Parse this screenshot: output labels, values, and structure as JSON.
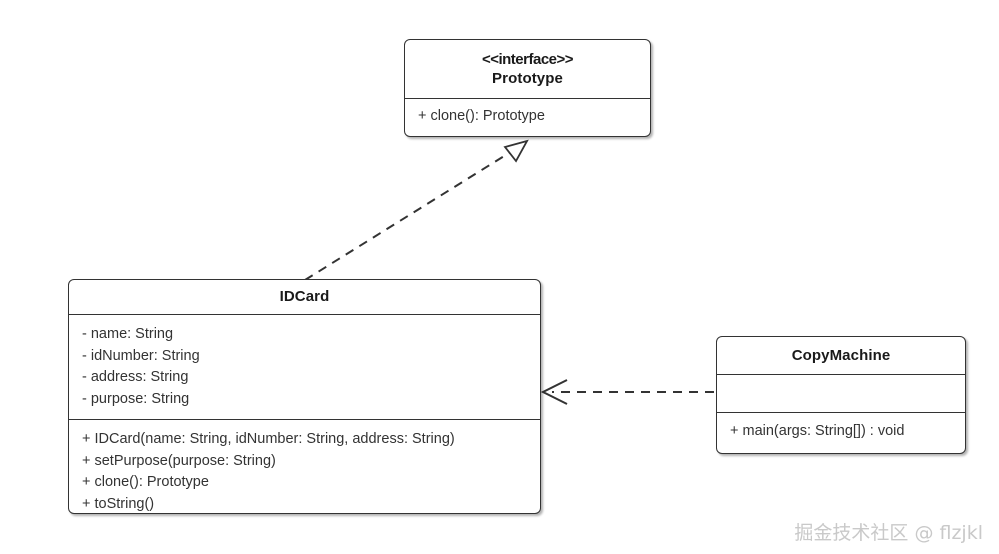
{
  "diagram": {
    "type": "uml-class-diagram",
    "background_color": "#ffffff",
    "line_color": "#333333",
    "text_color": "#333333"
  },
  "classes": {
    "prototype": {
      "stereotype": "<<interface>>",
      "name": "Prototype",
      "attributes": [],
      "methods": [
        "+ clone(): Prototype"
      ]
    },
    "idcard": {
      "name": "IDCard",
      "attributes": [
        "- name: String",
        "- idNumber: String",
        "- address: String",
        "- purpose: String"
      ],
      "methods": [
        "+ IDCard(name: String, idNumber: String, address: String)",
        "+ setPurpose(purpose: String)",
        "+ clone(): Prototype",
        "+ toString()"
      ]
    },
    "copymachine": {
      "name": "CopyMachine",
      "attributes": [],
      "methods": [
        "+ main(args: String[]) : void"
      ]
    }
  },
  "relationships": [
    {
      "kind": "realization",
      "from": "IDCard",
      "to": "Prototype",
      "line_style": "dashed",
      "arrowhead": "hollow-triangle"
    },
    {
      "kind": "dependency",
      "from": "CopyMachine",
      "to": "IDCard",
      "line_style": "dashed",
      "arrowhead": "open-arrow"
    }
  ],
  "watermark": {
    "text": "掘金技术社区 @ flzjkl",
    "color": "#c9c9c9"
  }
}
